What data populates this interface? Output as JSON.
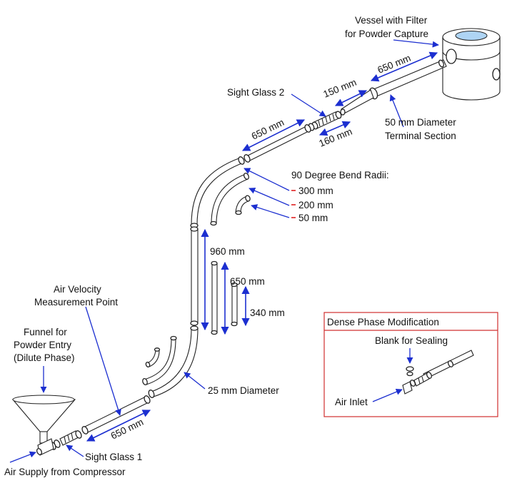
{
  "labels": {
    "vessel_1": "Vessel with Filter",
    "vessel_2": "for Powder Capture",
    "dim_650_top": "650 mm",
    "dim_150": "150 mm",
    "dim_160": "160 mm",
    "sight_glass_2": "Sight Glass 2",
    "dim_650_upper": "650 mm",
    "terminal_1": "50 mm Diameter",
    "terminal_2": "Terminal Section",
    "bend_title": "90 Degree Bend Radii:",
    "bend_300": "300 mm",
    "bend_200": "200 mm",
    "bend_50": "50 mm",
    "dim_960": "960 mm",
    "dim_650_vert": "650 mm",
    "dim_340": "340 mm",
    "air_velocity_1": "Air Velocity",
    "air_velocity_2": "Measurement Point",
    "funnel_1": "Funnel for",
    "funnel_2": "Powder Entry",
    "funnel_3": "(Dilute Phase)",
    "dim_25": "25 mm Diameter",
    "dim_650_bottom": "650 mm",
    "sight_glass_1": "Sight Glass 1",
    "air_supply": "Air Supply from Compressor",
    "dense_title": "Dense Phase Modification",
    "dense_blank": "Blank for Sealing",
    "dense_air_inlet": "Air Inlet"
  },
  "colors": {
    "dimension_arrow": "#1c2fd0",
    "bend_dash": "#e02020",
    "inset_border": "#d03030",
    "line_art": "#222222",
    "vessel_window": "#aed4f4"
  }
}
